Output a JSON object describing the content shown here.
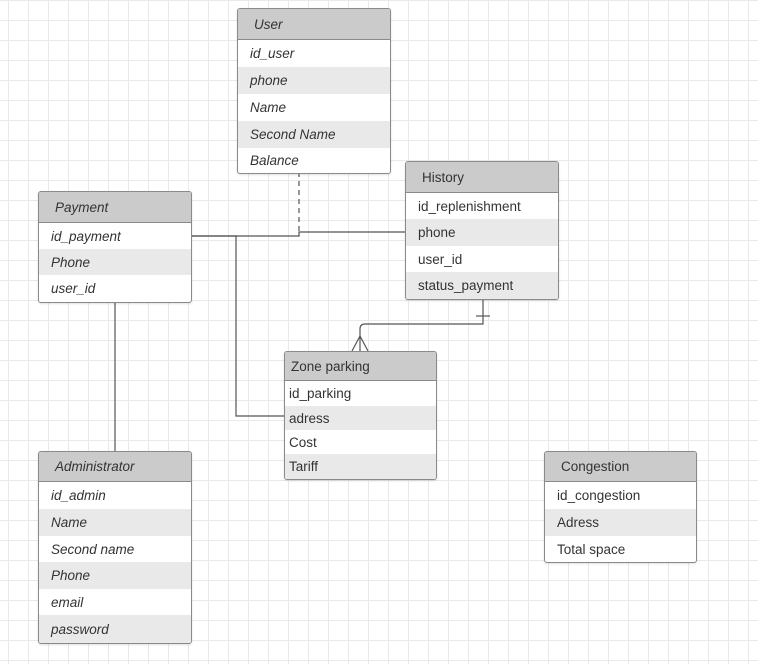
{
  "entities": {
    "user": {
      "title": "User",
      "fields": [
        "id_user",
        "phone",
        "Name",
        "Second Name",
        "Balance"
      ]
    },
    "history": {
      "title": "History",
      "fields": [
        "id_replenishment",
        "phone",
        "user_id",
        "status_payment"
      ]
    },
    "payment": {
      "title": "Payment",
      "fields": [
        "id_payment",
        "Phone",
        "user_id"
      ]
    },
    "zone_parking": {
      "title": "Zone parking",
      "fields": [
        "id_parking",
        "adress",
        "Cost",
        "Tariff"
      ]
    },
    "administrator": {
      "title": "Administrator",
      "fields": [
        "id_admin",
        "Name",
        "Second name",
        "Phone",
        "email",
        "password"
      ]
    },
    "congestion": {
      "title": "Congestion",
      "fields": [
        "id_congestion",
        "Adress",
        "Total space"
      ]
    }
  },
  "relationships": [
    {
      "from": "user",
      "to": "payment",
      "style": "dashed"
    },
    {
      "from": "payment",
      "to": "history",
      "style": "solid"
    },
    {
      "from": "payment",
      "to": "zone_parking",
      "style": "solid"
    },
    {
      "from": "history",
      "to": "zone_parking",
      "style": "one-to-many"
    },
    {
      "from": "payment",
      "to": "administrator",
      "style": "solid"
    }
  ],
  "colors": {
    "header": "#cbcbcb",
    "alt_row": "#e9e9e9",
    "border": "#8a8a8a",
    "line": "#555555",
    "grid": "#e9e9e9"
  }
}
